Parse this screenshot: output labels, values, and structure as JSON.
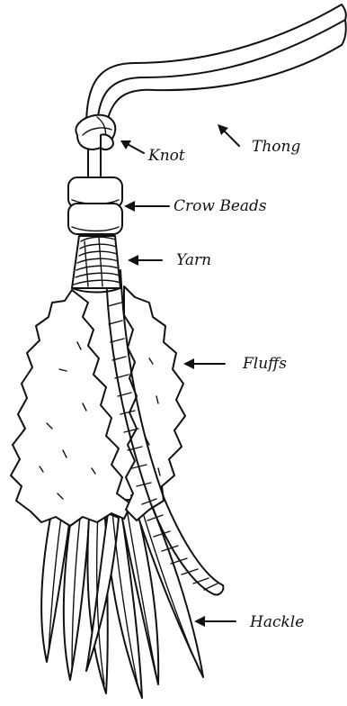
{
  "labels": {
    "knot": "Knot",
    "thong": "Thong",
    "crow_beads": "Crow Beads",
    "yarn": "Yarn",
    "fluffs": "Fluffs",
    "hackle": "Hackle"
  }
}
